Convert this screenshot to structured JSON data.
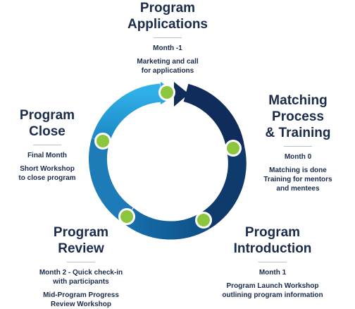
{
  "stages": {
    "applications": {
      "title_line1": "Program",
      "title_line2": "Applications",
      "period": "Month -1",
      "desc_line1": "Marketing and call",
      "desc_line2": "for applications"
    },
    "matching": {
      "title_line1": "Matching Process",
      "title_line2": "& Training",
      "period": "Month 0",
      "desc_line1": "Matching is done",
      "desc_line2": "Training for mentors",
      "desc_line3": "and mentees"
    },
    "introduction": {
      "title_line1": "Program",
      "title_line2": "Introduction",
      "period": "Month 1",
      "desc_line1": "Program Launch Workshop",
      "desc_line2": "outlining program information"
    },
    "review": {
      "title_line1": "Program",
      "title_line2": "Review",
      "period_line1": "Month 2 - Quick check-in",
      "period_line2": "with participants",
      "desc_line1": "Mid-Program Progress",
      "desc_line2": "Review Workshop"
    },
    "close": {
      "title": "Program Close",
      "period": "Final Month",
      "desc_line1": "Short Workshop",
      "desc_line2": "to close program"
    }
  },
  "colors": {
    "arrow_light": "#29a8e0",
    "arrow_mid": "#1679b6",
    "arrow_dark": "#0f2c5a",
    "node_fill": "#8cc63f",
    "title": "#1a2b4c"
  }
}
